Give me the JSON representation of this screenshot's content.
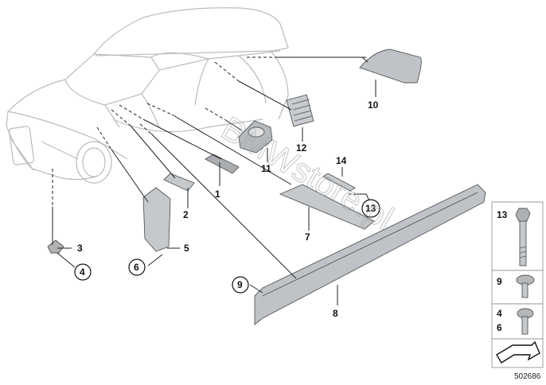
{
  "callouts": [
    {
      "id": "1",
      "label": "1",
      "circled": false
    },
    {
      "id": "2",
      "label": "2",
      "circled": false
    },
    {
      "id": "3",
      "label": "3",
      "circled": false
    },
    {
      "id": "4",
      "label": "4",
      "circled": true
    },
    {
      "id": "5",
      "label": "5",
      "circled": false
    },
    {
      "id": "6",
      "label": "6",
      "circled": true
    },
    {
      "id": "7",
      "label": "7",
      "circled": false
    },
    {
      "id": "8",
      "label": "8",
      "circled": false
    },
    {
      "id": "9",
      "label": "9",
      "circled": true
    },
    {
      "id": "10",
      "label": "10",
      "circled": false
    },
    {
      "id": "11",
      "label": "11",
      "circled": false
    },
    {
      "id": "12",
      "label": "12",
      "circled": false
    },
    {
      "id": "13",
      "label": "13",
      "circled": true
    },
    {
      "id": "14",
      "label": "14",
      "circled": false
    }
  ],
  "side_panel": {
    "fastener_13": "13",
    "fastener_9": "9",
    "fastener_4": "4",
    "fastener_6": "6"
  },
  "watermark": "BMWstore.pl",
  "diagram_code": "502686",
  "colors": {
    "line": "#222222",
    "car_outline": "#b9bcc0",
    "part_fill": "#bfc3c7",
    "watermark": "#9aa0a6"
  }
}
